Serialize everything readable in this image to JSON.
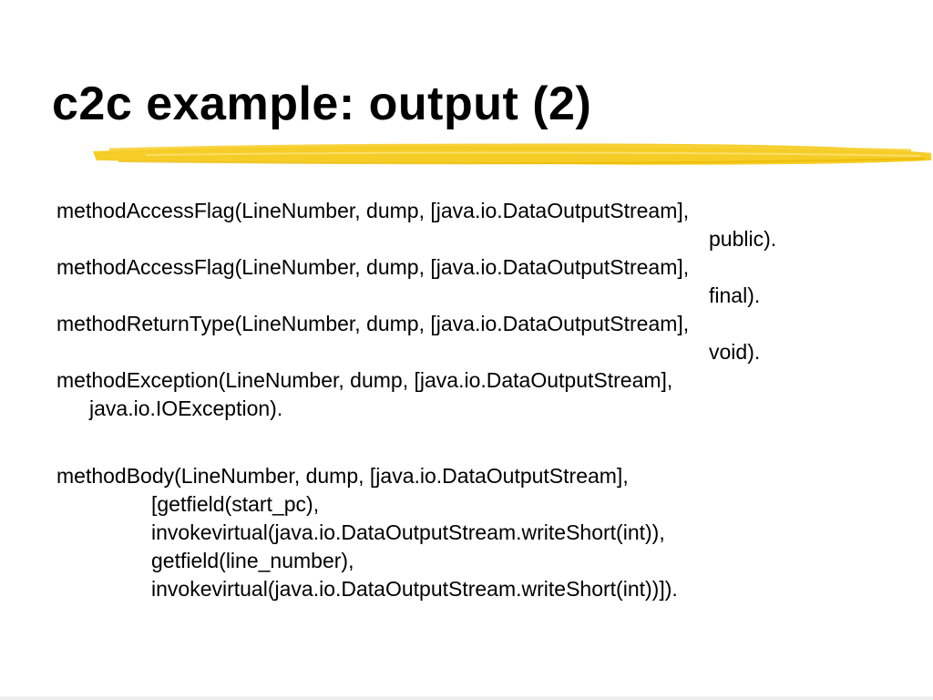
{
  "slide": {
    "title": "c2c example: output (2)",
    "highlight_color": "#f5c400",
    "entries": [
      {
        "lines": [
          "methodAccessFlag(LineNumber, dump, [java.io.DataOutputStream],",
          "public)."
        ]
      },
      {
        "lines": [
          "methodAccessFlag(LineNumber, dump, [java.io.DataOutputStream],",
          "final)."
        ]
      },
      {
        "lines": [
          "methodReturnType(LineNumber, dump, [java.io.DataOutputStream],",
          "void)."
        ]
      },
      {
        "lines": [
          "methodException(LineNumber, dump, [java.io.DataOutputStream],",
          "java.io.IOException)."
        ]
      },
      {
        "lines": [
          "methodBody(LineNumber, dump, [java.io.DataOutputStream],",
          "[getfield(start_pc),",
          "invokevirtual(java.io.DataOutputStream.writeShort(int)),",
          "getfield(line_number),",
          "invokevirtual(java.io.DataOutputStream.writeShort(int))])."
        ]
      }
    ]
  }
}
